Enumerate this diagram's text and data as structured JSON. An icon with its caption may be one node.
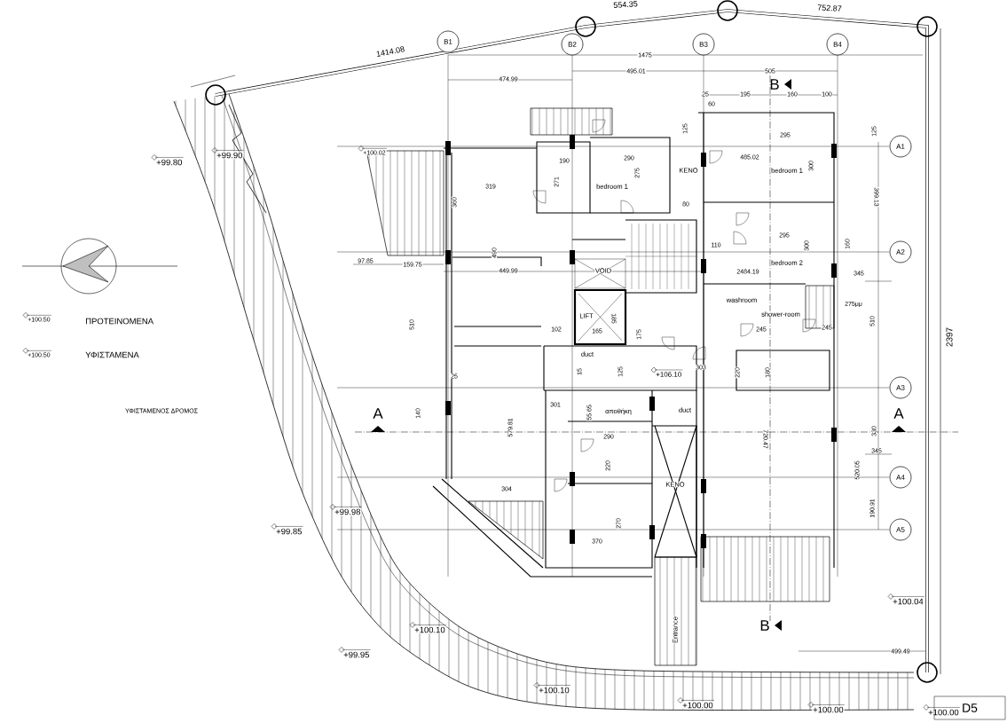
{
  "diagram": {
    "nodes": [
      {
        "text": [
          "B1"
        ]
      },
      {
        "text": [
          "B2"
        ]
      },
      {
        "text": [
          "B3"
        ]
      },
      {
        "text": [
          "B4"
        ]
      },
      {
        "text": [
          "A1"
        ]
      },
      {
        "text": [
          "A2"
        ]
      },
      {
        "text": [
          "A3"
        ]
      },
      {
        "text": [
          "A4"
        ]
      },
      {
        "text": [
          "A5"
        ]
      }
    ],
    "labels": [
      "554.35",
      "752.87",
      "1414.08",
      "1475",
      "495.01",
      "505",
      "474.99",
      "B",
      "25",
      "195",
      "160",
      "100",
      "60",
      "125",
      "125",
      "295",
      "+99.80",
      "+99.90",
      "+100.02",
      "190",
      "290",
      "485.02",
      "275",
      "KENO",
      "bedroom 1",
      "300",
      "319",
      "271",
      "bedroom 1",
      "360",
      "80",
      "399.13",
      "295",
      "110",
      "300",
      "160",
      "490",
      "97.85",
      "159.75",
      "bedroom 2",
      "449.99",
      "VOID",
      "2484.19",
      "345",
      "washroom",
      "275μμ",
      "LIFT",
      "185",
      "shower-room",
      "+100.50",
      "510",
      "102",
      "165",
      "175",
      "245",
      "245",
      "510",
      "2397",
      "+100.50",
      "duct",
      "25",
      "15",
      "125",
      "+106.10",
      "303",
      "220",
      "180",
      "ΥΦΙΣΤΑΜΕΝΟΣ ΔΡΟΜΟΣ",
      "A",
      "140",
      "301",
      "55.65",
      "αποθήκη",
      "duct",
      "A",
      "579.81",
      "290",
      "720.47",
      "330",
      "345",
      "220",
      "520.05",
      "304",
      "KENO",
      "+99.98",
      "190.91",
      "+99.85",
      "270",
      "370",
      "+100.04",
      "+100.10",
      "Entrance",
      "B",
      "+99.95",
      "499.49",
      "+100.10",
      "+100.00",
      "+100.00",
      "+100.00",
      "D5"
    ],
    "legend": [
      {
        "text": "ΠΡΟΤΕΙΝΟΜΕΝΑ"
      },
      {
        "text": "ΥΦΙΣΤΑΜΕΝΑ"
      }
    ]
  }
}
